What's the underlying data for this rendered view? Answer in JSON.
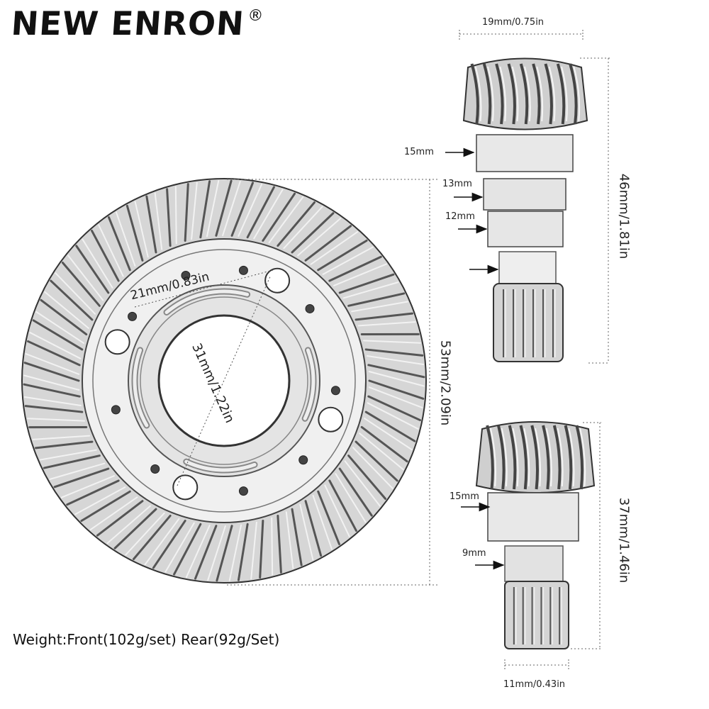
{
  "brand": {
    "name": "NEW ENRON",
    "mark": "®"
  },
  "ring_gear": {
    "outer_dim": "53mm/2.09in",
    "bore_dim": "31mm/1.22in",
    "bolt_circle_dim": "21mm/0.83in"
  },
  "front_pinion": {
    "width_dim": "19mm/0.75in",
    "length_dim": "46mm/1.81in",
    "step1": "15mm",
    "step2": "13mm",
    "step3": "12mm"
  },
  "rear_pinion": {
    "length_dim": "37mm/1.46in",
    "step1": "15mm",
    "step2": "9mm",
    "width_dim": "11mm/0.43in"
  },
  "weight_text": "Weight:Front(102g/set) Rear(92g/Set)"
}
